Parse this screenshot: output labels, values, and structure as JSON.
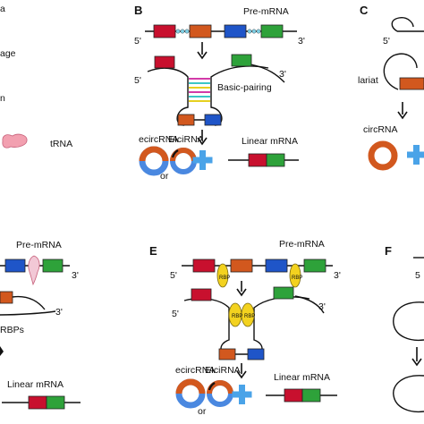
{
  "colors": {
    "red": "#c8102e",
    "orange": "#d2581e",
    "blue": "#1f55c8",
    "green": "#2ea23a",
    "pink": "#f2a0b0",
    "plus": "#4aa3e8",
    "yellow": "#f3d21f",
    "pairing_magenta": "#d23aa8",
    "pairing_cyan": "#3bc6c6",
    "pairing_yellow": "#e6d020"
  },
  "panel_A": {
    "frag_stage": "age",
    "frag_n": "n",
    "trna_label": "tRNA"
  },
  "panel_B": {
    "letter": "B",
    "premrna_label": "Pre-mRNA",
    "five_prime": "5'",
    "three_prime": "3'",
    "pairing_label": "Basic-pairing",
    "ecircrna_label": "ecircRNA",
    "elcirna_label": "EIciRNA",
    "or_label": "or",
    "linear_label": "Linear mRNA"
  },
  "panel_C": {
    "letter": "C",
    "five_prime": "5'",
    "lariat_label": "lariat",
    "circrna_label": "circRNA"
  },
  "panel_D": {
    "premrna_label": "Pre-mRNA",
    "three_prime": "3'",
    "rbps_label": "RBPs",
    "linear_label": "Linear mRNA"
  },
  "panel_E": {
    "letter": "E",
    "premrna_label": "Pre-mRNA",
    "five_prime": "5'",
    "three_prime": "3'",
    "ecircrna_label": "ecircRNA",
    "elcirna_label": "EIciRNA",
    "or_label": "or",
    "linear_label": "Linear mRNA"
  },
  "panel_F": {
    "letter": "F",
    "five_prime": "5"
  }
}
